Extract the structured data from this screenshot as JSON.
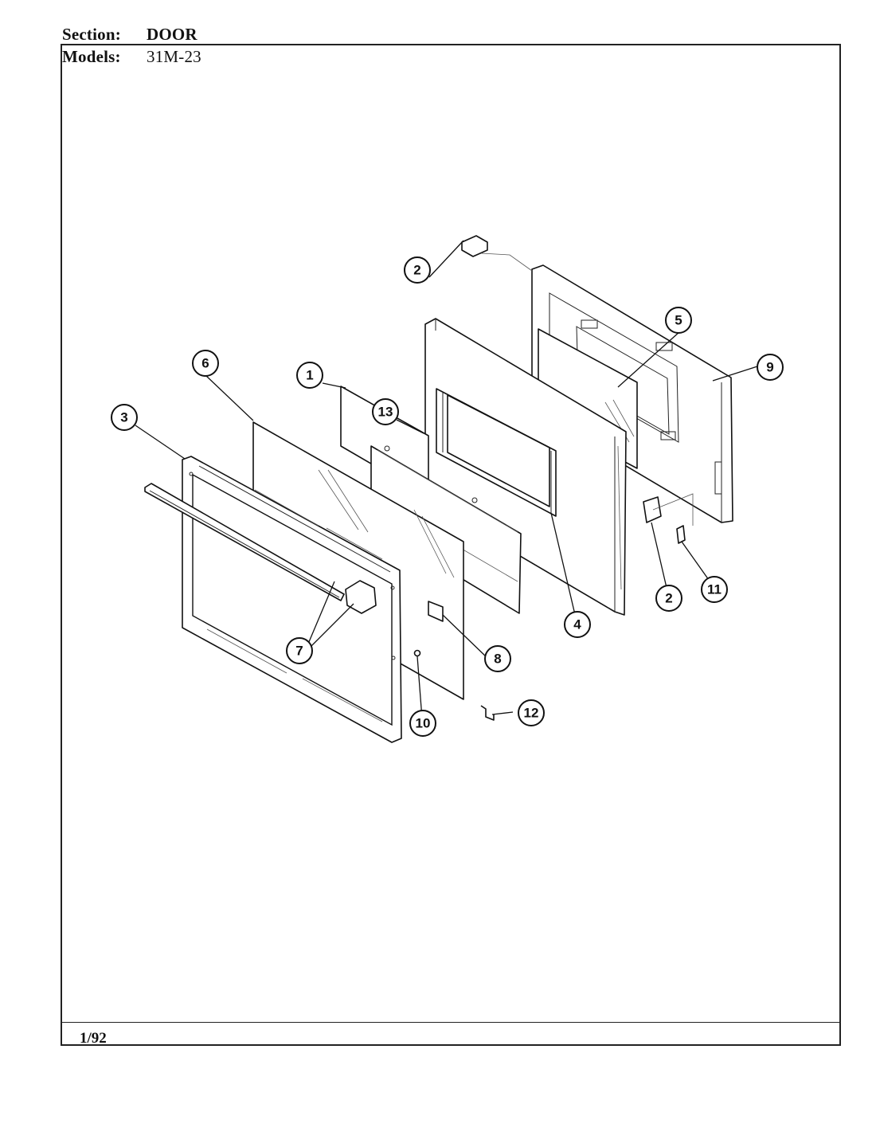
{
  "header": {
    "section_label": "Section:",
    "section_value": "DOOR",
    "models_label": "Models:",
    "models_value": "31M-23"
  },
  "footer": {
    "date": "1/92"
  },
  "callouts": [
    "1",
    "2",
    "2",
    "3",
    "4",
    "5",
    "6",
    "7",
    "8",
    "9",
    "10",
    "11",
    "12",
    "13"
  ]
}
